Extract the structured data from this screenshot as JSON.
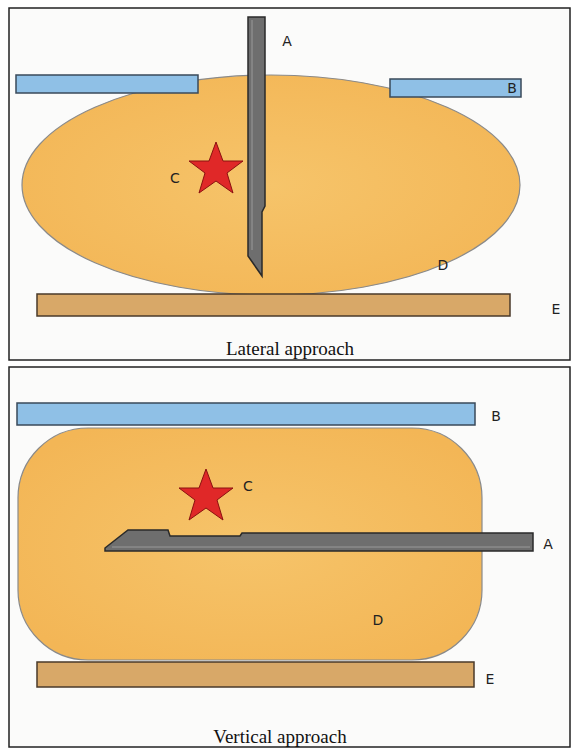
{
  "diagram": {
    "labels": [
      "A",
      "B",
      "C",
      "D",
      "E",
      "Lateral approach",
      "B",
      "C",
      "A",
      "D",
      "E",
      "Vertical approach"
    ]
  }
}
